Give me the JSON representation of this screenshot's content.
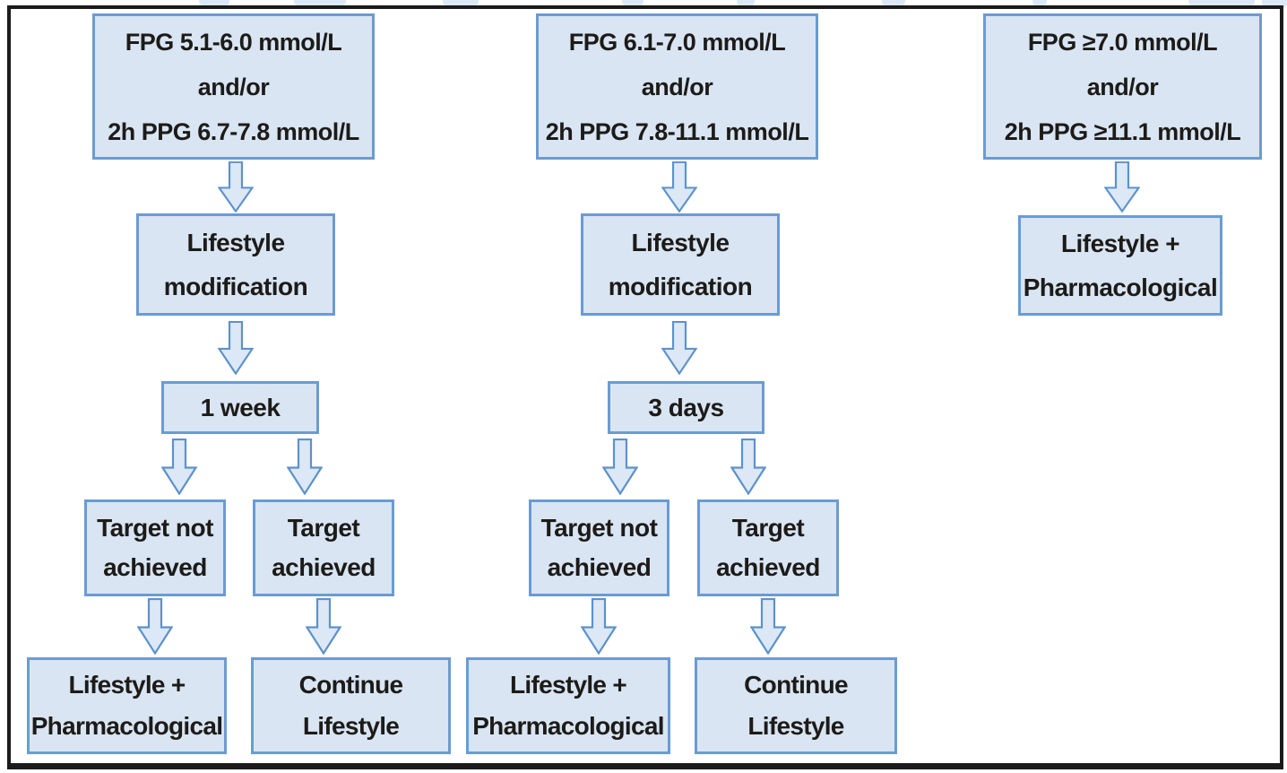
{
  "flowchart": {
    "columns": [
      {
        "criteria": [
          "FPG 5.1-6.0 mmol/L",
          "and/or",
          "2h PPG 6.7-7.8 mmol/L"
        ],
        "management": [
          "Lifestyle",
          "modification"
        ],
        "review_after": "1 week",
        "target_not_achieved": [
          "Target not",
          "achieved"
        ],
        "target_achieved": [
          "Target",
          "achieved"
        ],
        "if_target_not_achieved": [
          "Lifestyle +",
          "Pharmacological"
        ],
        "if_target_achieved": [
          "Continue",
          "Lifestyle"
        ]
      },
      {
        "criteria": [
          "FPG 6.1-7.0 mmol/L",
          "and/or",
          "2h PPG 7.8-11.1 mmol/L"
        ],
        "management": [
          "Lifestyle",
          "modification"
        ],
        "review_after": "3 days",
        "target_not_achieved": [
          "Target not",
          "achieved"
        ],
        "target_achieved": [
          "Target",
          "achieved"
        ],
        "if_target_not_achieved": [
          "Lifestyle +",
          "Pharmacological"
        ],
        "if_target_achieved": [
          "Continue",
          "Lifestyle"
        ]
      },
      {
        "criteria": [
          "FPG ≥7.0 mmol/L",
          "and/or",
          "2h PPG ≥11.1 mmol/L"
        ],
        "management": [
          "Lifestyle +",
          "Pharmacological"
        ]
      }
    ],
    "colors": {
      "box_fill": "#d9e5f3",
      "box_border": "#6b9bd2",
      "arrow_fill": "#dce8f5",
      "arrow_border": "#5d92cb",
      "text": "#1d1b18",
      "frame": "#1b1b1b"
    }
  }
}
